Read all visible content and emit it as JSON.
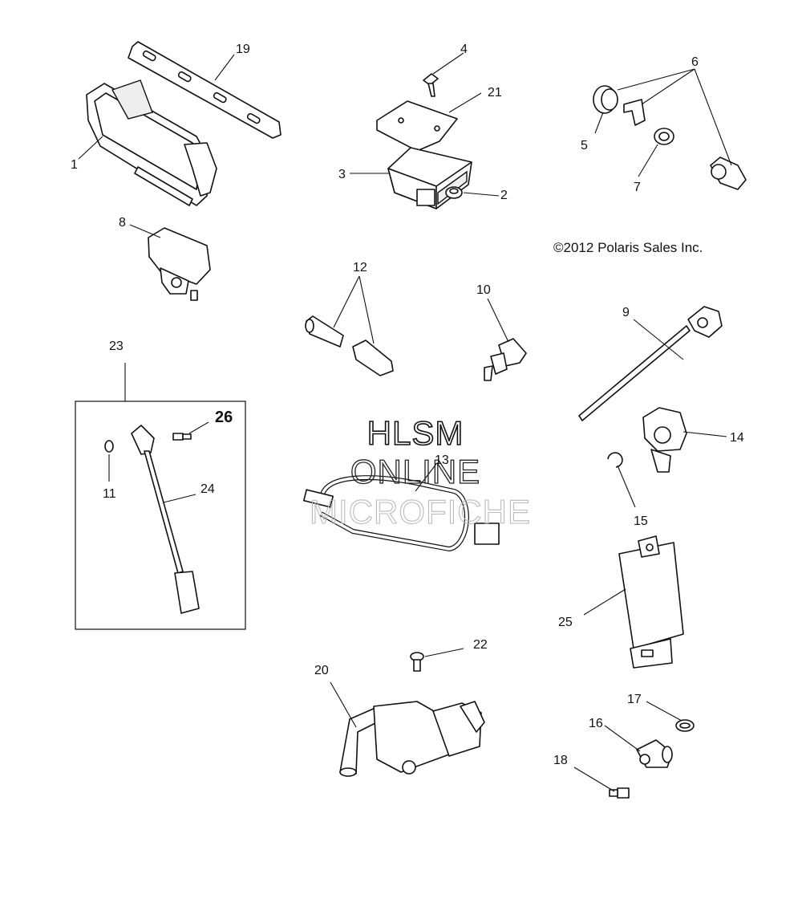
{
  "copyright": "©2012 Polaris Sales Inc.",
  "watermark": {
    "line1": "HLSM",
    "line2": "ONLINE",
    "line3": "MICROFICHE"
  },
  "callouts": {
    "c1": "1",
    "c2": "2",
    "c3": "3",
    "c4": "4",
    "c5": "5",
    "c6": "6",
    "c7": "7",
    "c8": "8",
    "c9": "9",
    "c10": "10",
    "c11": "11",
    "c12": "12",
    "c13": "13",
    "c14": "14",
    "c15": "15",
    "c16": "16",
    "c17": "17",
    "c18": "18",
    "c19": "19",
    "c20": "20",
    "c21": "21",
    "c22": "22",
    "c23": "23",
    "c24": "24",
    "c25": "25",
    "c26": "26"
  }
}
